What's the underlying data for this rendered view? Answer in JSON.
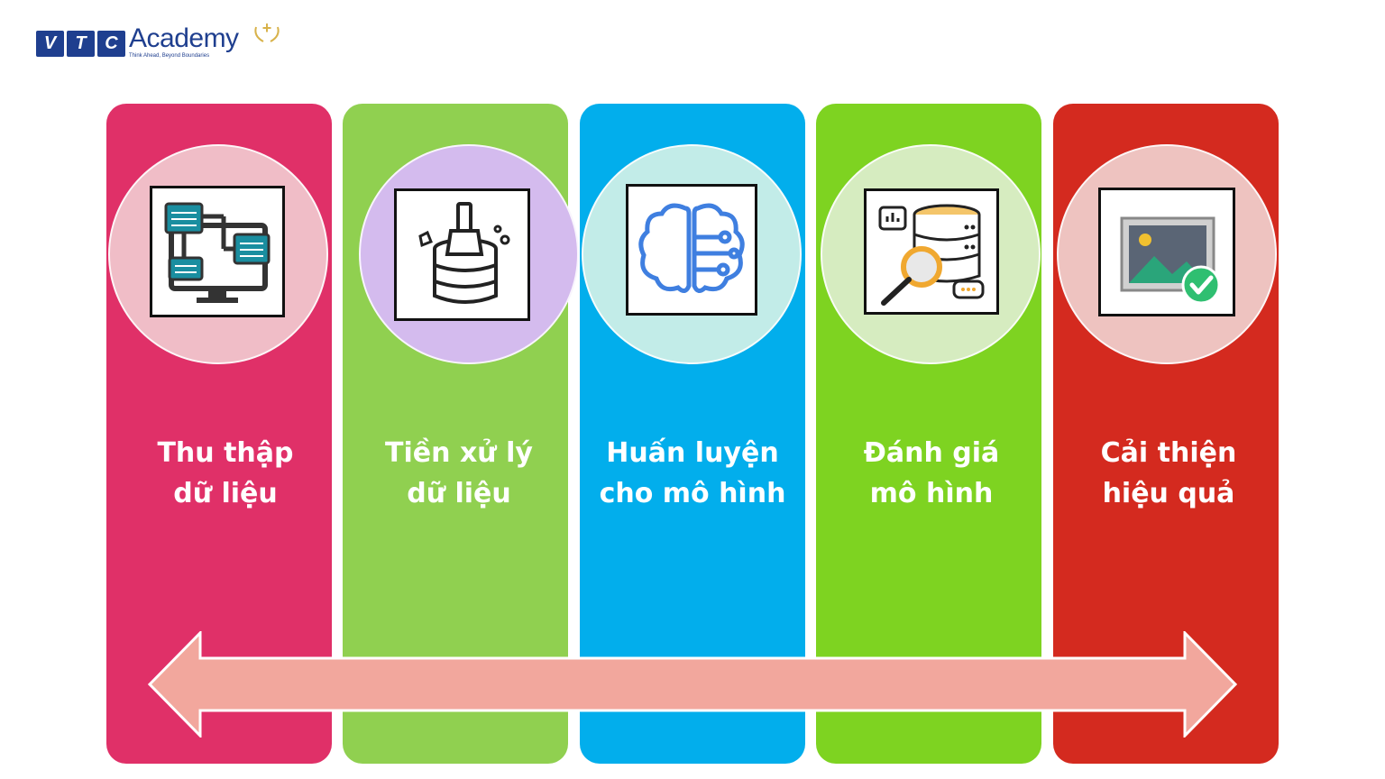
{
  "logo": {
    "letters": [
      "V",
      "T",
      "C"
    ],
    "word": "Academy",
    "tagline": "Think Ahead, Beyond Boundaries",
    "plus": "+"
  },
  "colors": {
    "stage1": "#e03068",
    "stage2": "#90d050",
    "stage3": "#02aeec",
    "stage4": "#7ed321",
    "stage5": "#d42a1f",
    "arrow": "#f2a79d",
    "logo_blue": "#1f3f8f"
  },
  "stages": [
    {
      "label_line1": "Thu thập",
      "label_line2": "dữ liệu",
      "icon": "computer-network-icon"
    },
    {
      "label_line1": "Tiền xử lý",
      "label_line2": "dữ liệu",
      "icon": "database-cleaning-icon"
    },
    {
      "label_line1": "Huấn luyện",
      "label_line2": "cho mô hình",
      "icon": "ai-brain-icon"
    },
    {
      "label_line1": "Đánh giá",
      "label_line2": "mô hình",
      "icon": "database-search-icon"
    },
    {
      "label_line1": "Cải thiện",
      "label_line2": "hiệu quả",
      "icon": "image-check-icon"
    }
  ],
  "arrow_icon": "double-headed-arrow-icon"
}
